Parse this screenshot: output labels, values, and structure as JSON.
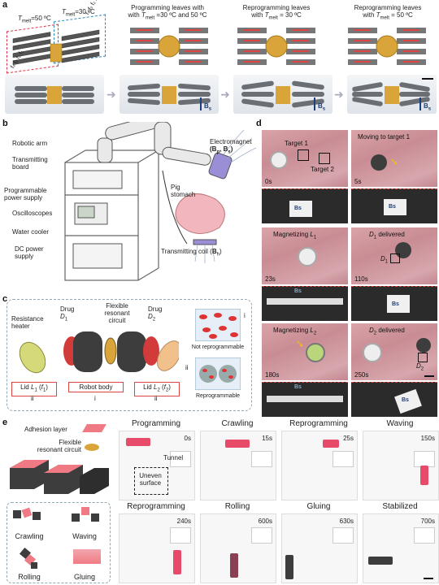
{
  "panel_a": {
    "letter": "a",
    "tmelt_left": "T",
    "tmelt_left_sub": "melt",
    "tmelt_left_val": "=50 ºC",
    "tmelt_right": "T",
    "tmelt_right_sub": "melt",
    "tmelt_right_val": "=30 ºC",
    "f_labels_right": "f₄ f₃ f₂ f₁",
    "f_labels_left": "f₄ f₃ f₂ f₁",
    "steps": [
      {
        "title_1": "Programming leaves with",
        "title_2": "T",
        "title_sub": "melt",
        "title_3": " =30 ºC and 50 ºC"
      },
      {
        "title_1": "Reprogramming leaves",
        "title_2": "with T",
        "title_sub": "melt",
        "title_3": " = 30 ºC"
      },
      {
        "title_1": "Reprogramming leaves",
        "title_2": "with T",
        "title_sub": "melt",
        "title_3": " = 50 ºC"
      }
    ],
    "field_label": "B",
    "field_sub": "s"
  },
  "panel_b": {
    "letter": "b",
    "labels": {
      "robotic_arm": "Robotic arm",
      "transmitting_board": "Transmitting\nboard",
      "programmable_power": "Programmable\npower supply",
      "oscilloscopes": "Oscilloscopes",
      "water_cooler": "Water cooler",
      "dc_power": "DC power\nsupply",
      "electromagnet": "Electromagnet",
      "electromagnet_fields": "(Bp, Bs)",
      "pig_stomach": "Pig\nstomach",
      "transmitting_coil": "Transmitting coil (Bh)"
    }
  },
  "panel_c": {
    "letter": "c",
    "labels": {
      "resistance_heater": "Resistance\nheater",
      "drug_d1": "Drug\nD1",
      "flexible_circuit": "Flexible\nresonant\ncircuit",
      "drug_d2": "Drug\nD2",
      "lid_l1": "Lid L1 (f1)",
      "robot_body": "Robot body",
      "lid_l2": "Lid L2 (f2)",
      "num_ii_left": "ii",
      "num_i": "i",
      "num_ii_right": "ii",
      "legend_i": "i",
      "legend_i_text": "Not reprogrammable",
      "legend_ii": "ii",
      "legend_ii_text": "Reprogrammable"
    }
  },
  "panel_d": {
    "letter": "d",
    "frames": [
      {
        "caption": "",
        "time": "0s",
        "extra_1": "Target 1",
        "extra_2": "Target 2"
      },
      {
        "caption": "Moving to target 1",
        "time": "5s"
      },
      {
        "caption": "Magnetizing L1",
        "time": "23s"
      },
      {
        "caption": "D1 delivered",
        "time": "110s",
        "extra_1": "D1"
      },
      {
        "caption": "Magnetizing L2",
        "time": "180s"
      },
      {
        "caption": "D2 delivered",
        "time": "250s",
        "extra_1": "D2"
      }
    ],
    "field_labels": [
      "Bs",
      "Bs",
      "Bs",
      "Bs",
      "Bs",
      "Bs"
    ]
  },
  "panel_e": {
    "letter": "e",
    "labels": {
      "adhesion_layer": "Adhesion layer",
      "flexible_circuit": "Flexible\nresonant circuit",
      "tunnel": "Tunnel",
      "uneven_surface": "Uneven\nsurface"
    },
    "modes": [
      "Crawling",
      "Waving",
      "Rolling",
      "Gluing"
    ],
    "frames": [
      {
        "title": "Programming",
        "time": "0s"
      },
      {
        "title": "Crawling",
        "time": "15s"
      },
      {
        "title": "Reprogramming",
        "time": "25s"
      },
      {
        "title": "Waving",
        "time": "150s"
      },
      {
        "title": "Reprogramming",
        "time": "240s"
      },
      {
        "title": "Rolling",
        "time": "600s"
      },
      {
        "title": "Gluing",
        "time": "630s"
      },
      {
        "title": "Stabilized",
        "time": "700s"
      }
    ]
  }
}
